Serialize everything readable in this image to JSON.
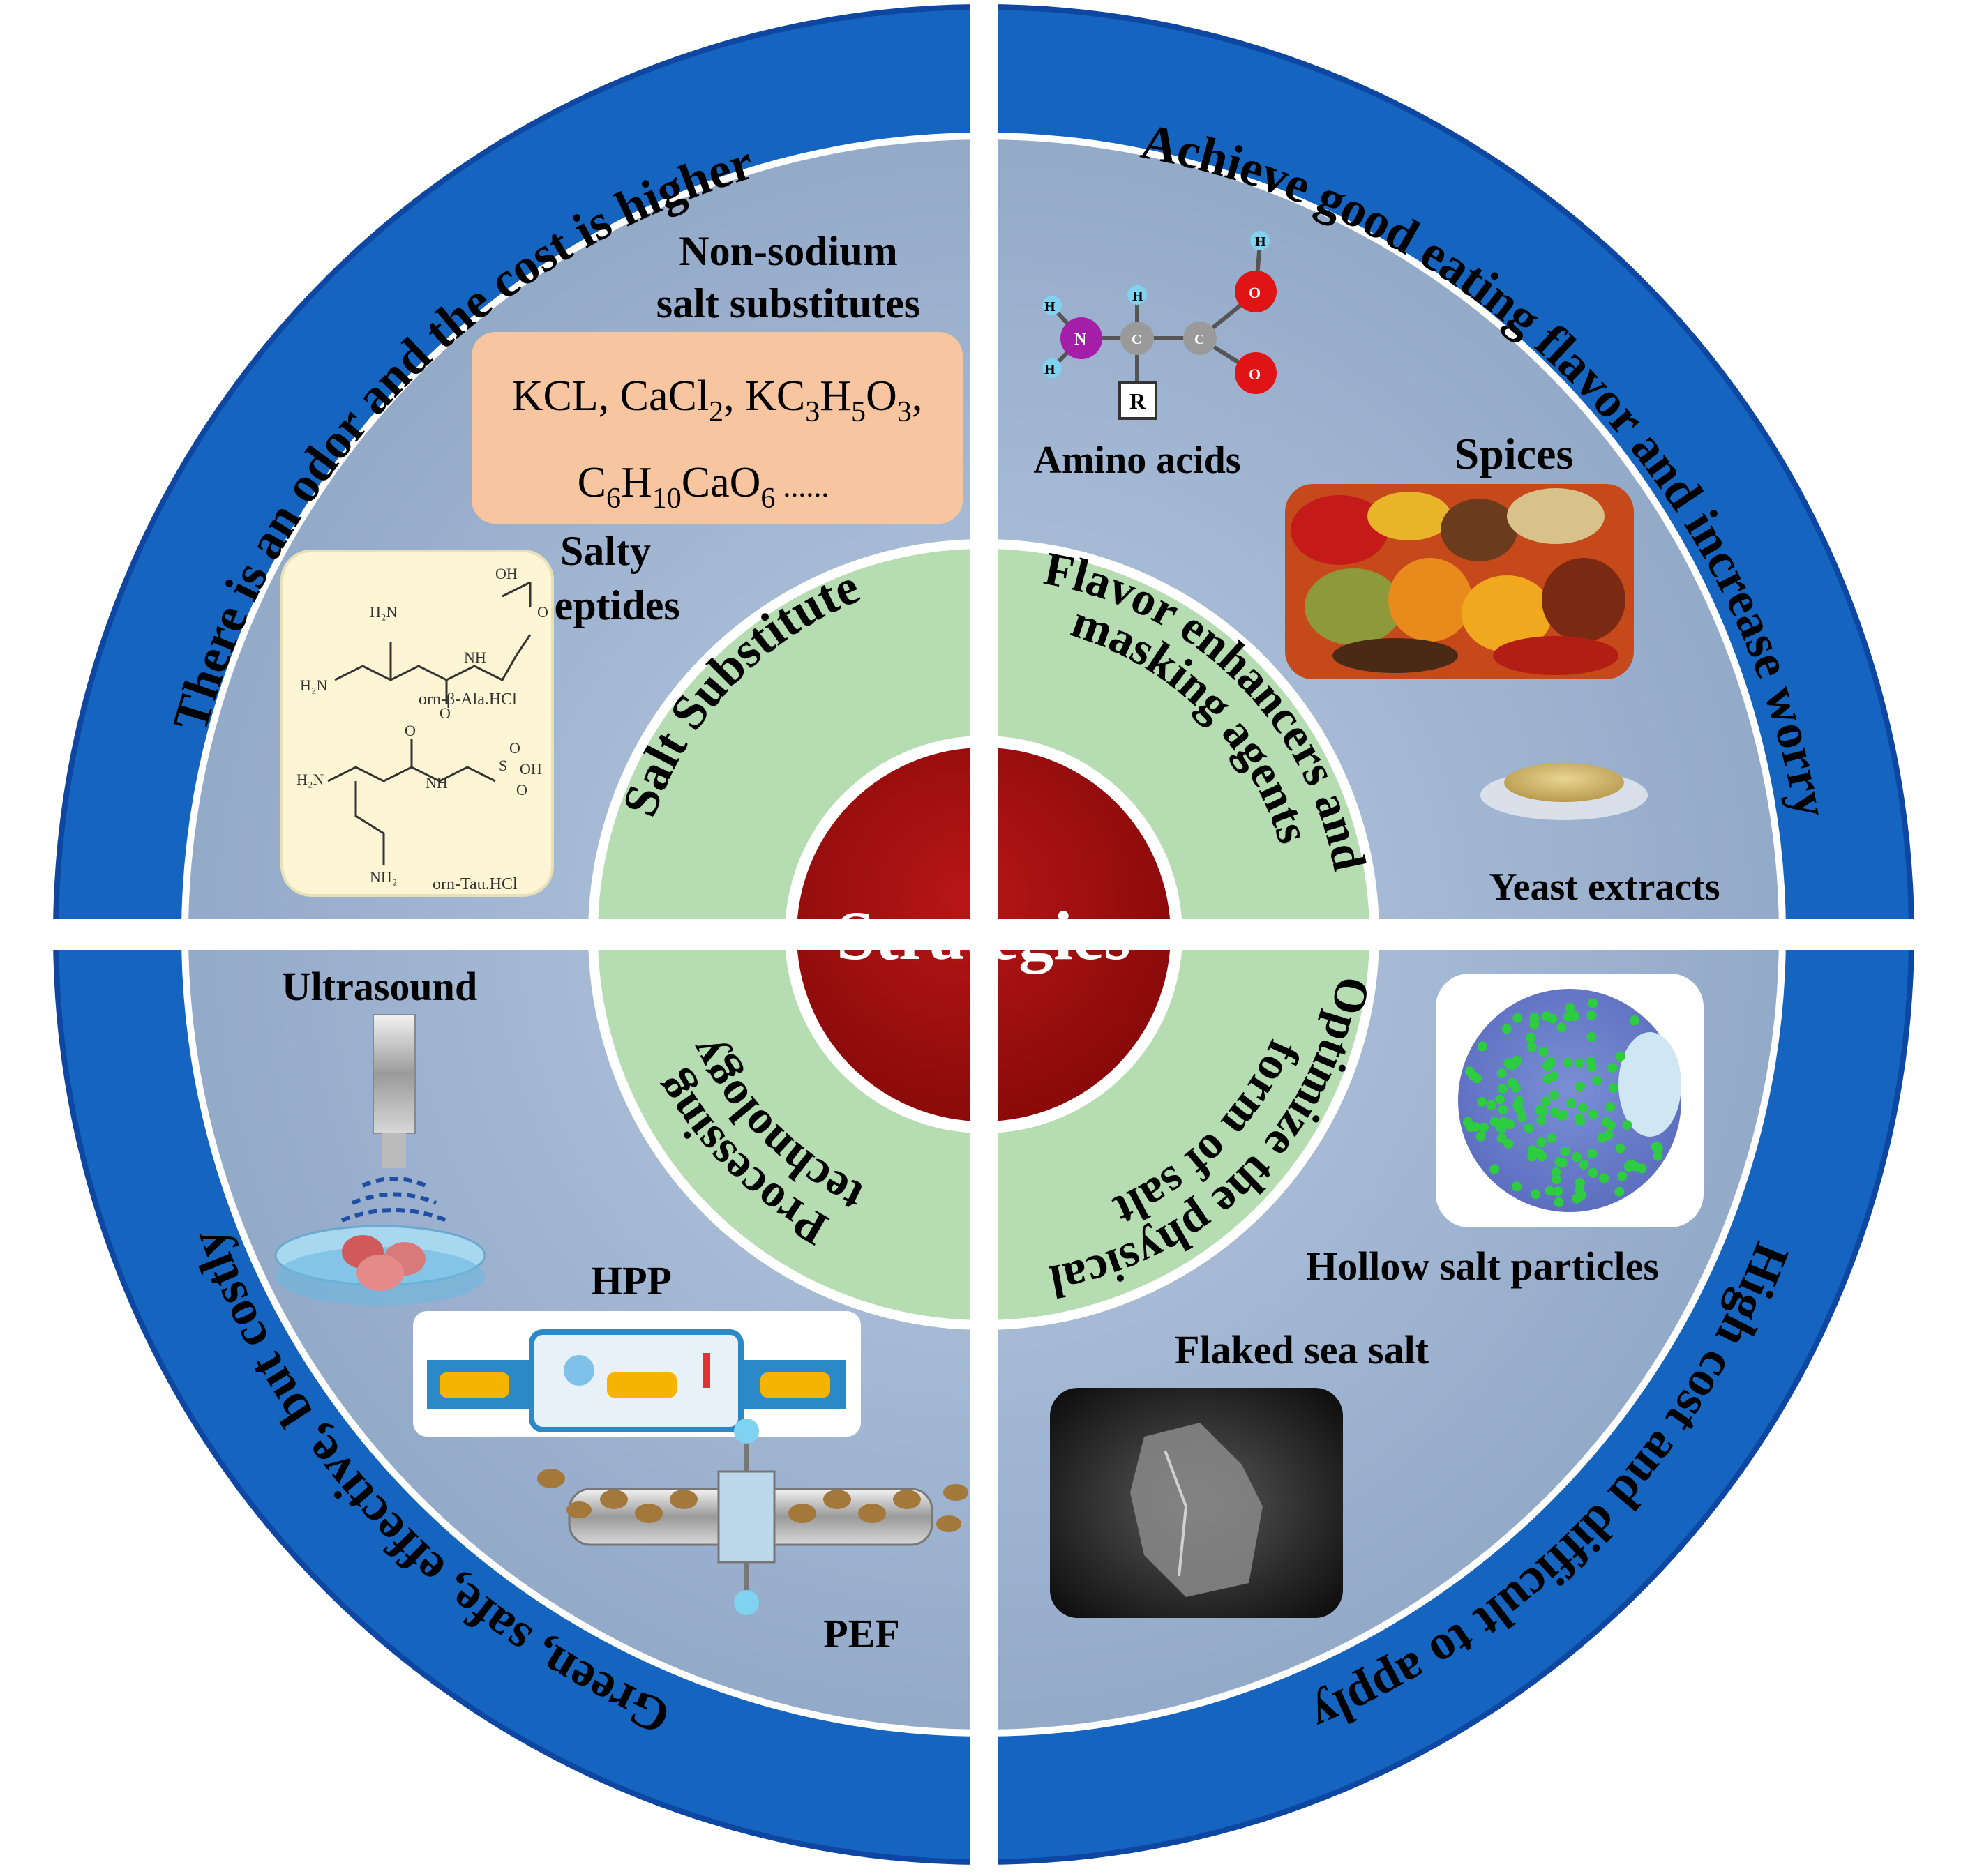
{
  "center": {
    "title": "Strategies"
  },
  "strategies": [
    {
      "lines": [
        "Salt Substitute"
      ]
    },
    {
      "lines": [
        "Flavor enhancers and",
        "masking agents"
      ]
    },
    {
      "lines": [
        "Optimize the physical",
        "form of salt"
      ]
    },
    {
      "lines": [
        "Processing",
        "technology"
      ]
    }
  ],
  "ring_notes": [
    {
      "text": "There is an odor and the cost is higher"
    },
    {
      "text": "Achieve good eating flavor and increase worry"
    },
    {
      "text": "High cost and difficult to apply"
    },
    {
      "text": "Green, safe, effective, but costly"
    }
  ],
  "quadrant_salt_substitute": {
    "non_sodium_title": [
      "Non-sodium",
      "salt substitutes"
    ],
    "formulas": [
      "KCL, CaCl",
      "2",
      ", KC",
      "3",
      "H",
      "5",
      "O",
      "3",
      ",",
      "C",
      "6",
      "H",
      "10",
      "CaO",
      "6",
      " ......"
    ],
    "salty_peptides_title": [
      "Salty",
      "peptides"
    ],
    "peptide_atoms": [
      "OH",
      "O",
      "H₂N",
      "NH",
      "H₂N",
      "O",
      "NH",
      "S",
      "O",
      "O",
      "OH",
      "O",
      "H₂N",
      "NH₂"
    ],
    "peptide_labels": [
      "orn-β-Ala.HCl",
      "orn-Tau.HCl"
    ]
  },
  "quadrant_flavor": {
    "amino_acids_label": "Amino acids",
    "amino_atoms": [
      "H",
      "H",
      "H",
      "N",
      "C",
      "C",
      "H",
      "O",
      "O",
      "R"
    ],
    "spices_label": "Spices",
    "yeast_label": "Yeast extracts"
  },
  "quadrant_physical": {
    "hollow_label": "Hollow salt particles",
    "flaked_label": "Flaked sea salt"
  },
  "quadrant_processing": {
    "ultrasound_label": "Ultrasound",
    "hpp_label": "HPP",
    "pef_label": "PEF"
  },
  "colors": {
    "outer_ring": "#1565c0",
    "panel": "#a4b8d3",
    "green_ring": "#b6ddb2",
    "center": "#a50d0d",
    "formula_box": "#f7c5a0",
    "peptide_box": "#fdf5d4"
  }
}
